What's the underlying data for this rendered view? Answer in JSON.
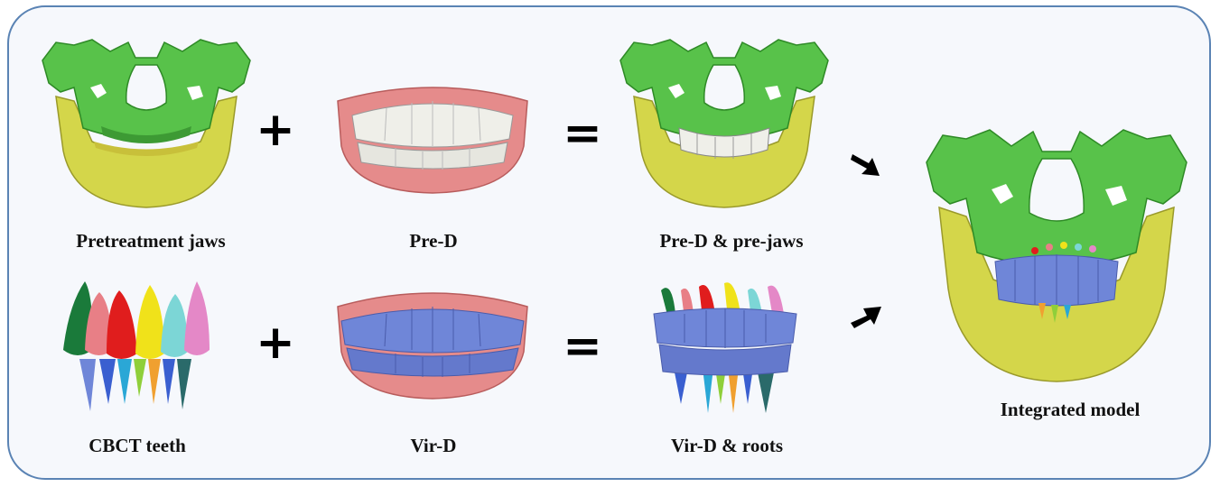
{
  "labels": {
    "pretreatment_jaws": "Pretreatment jaws",
    "pre_d": "Pre-D",
    "pre_d_pre_jaws": "Pre-D & pre-jaws",
    "cbct_teeth": "CBCT teeth",
    "vir_d": "Vir-D",
    "vir_d_roots": "Vir-D & roots",
    "integrated_model": "Integrated model"
  },
  "operators": {
    "plus": "+",
    "equals": "="
  },
  "colors": {
    "frame_border": "#5a83b4",
    "maxilla_green": "#58c24a",
    "mandible_yellow": "#d4d64a",
    "gum_pink": "#e58b8b",
    "tooth_white": "#efefe9",
    "virtual_blue": "#6f86d8",
    "tooth_palette": [
      "#1a7a3a",
      "#e87f86",
      "#e01d1d",
      "#f0e21a",
      "#7cd6d6",
      "#e488c7",
      "#3a5fd0",
      "#f0a030",
      "#2aa7d6",
      "#8fcf3a"
    ]
  }
}
